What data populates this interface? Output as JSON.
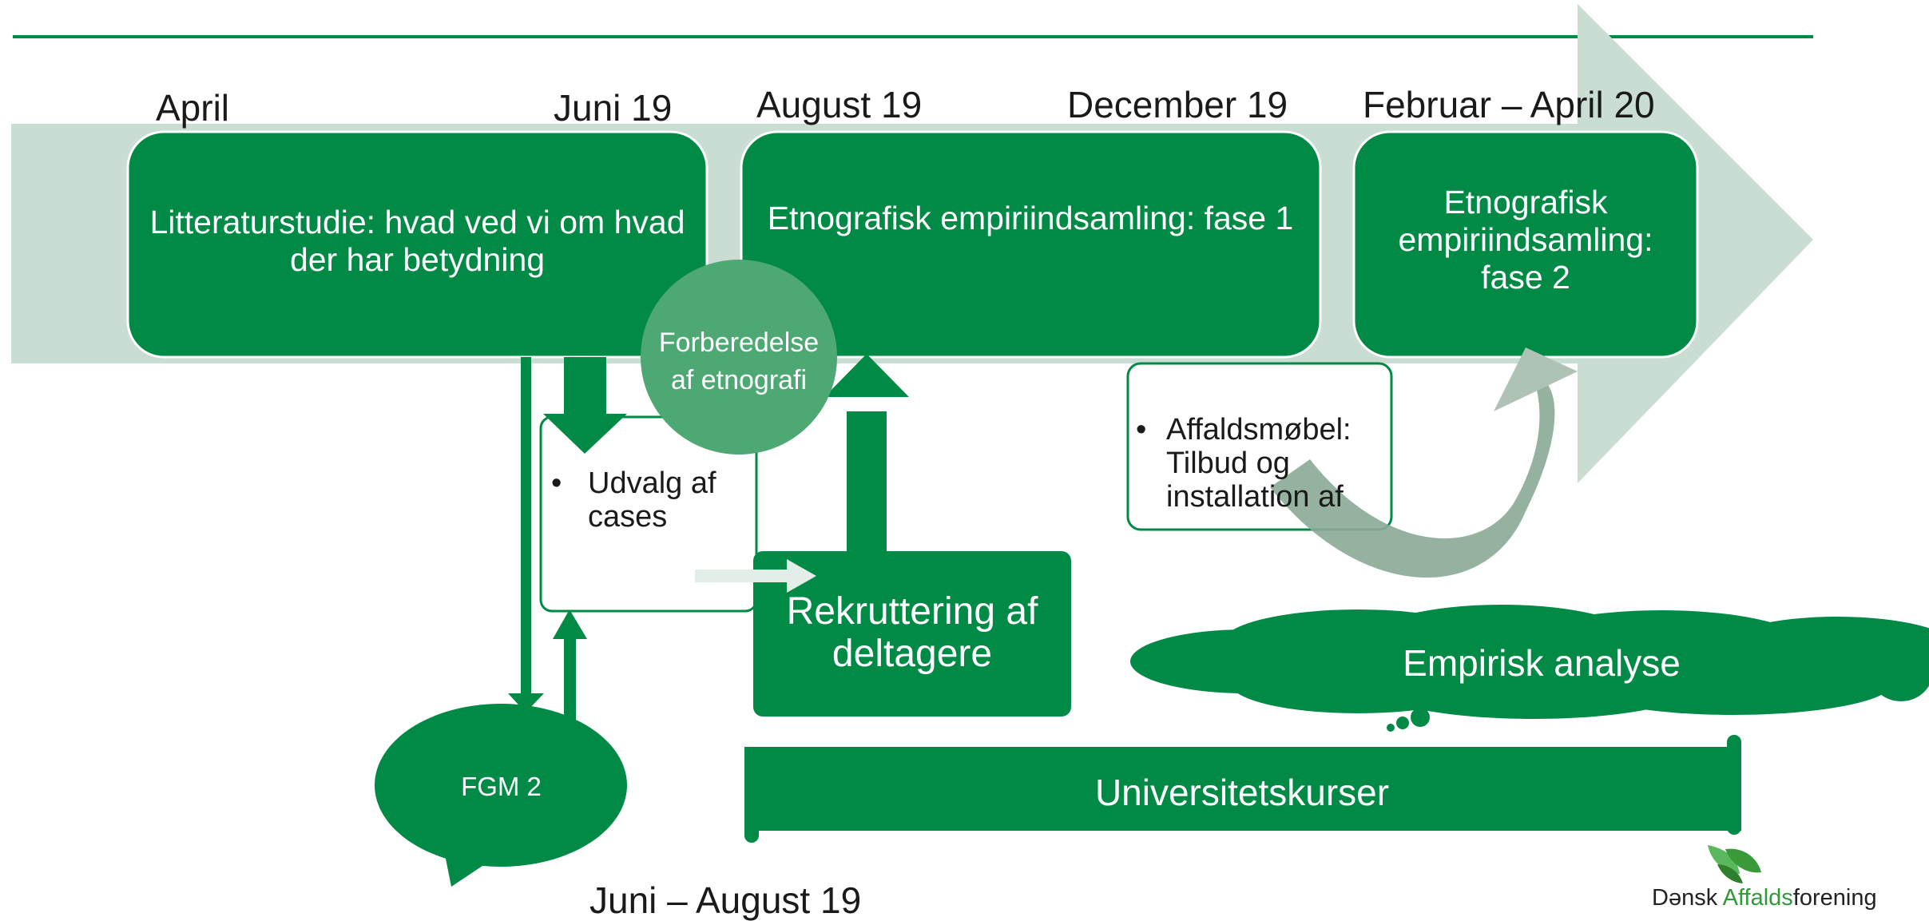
{
  "timeline": {
    "dates": {
      "april": "April",
      "juni_19": "Juni 19",
      "august_19": "August 19",
      "december_19": "December 19",
      "februar_april_20": "Februar – April 20",
      "juni_august_19": "Juni – August 19"
    }
  },
  "boxes": {
    "litteraturstudie": "Litteraturstudie: hvad ved vi om hvad der har betydning",
    "fase1": "Etnografisk empiriindsamling: fase 1",
    "fase2": "Etnografisk empiriindsamling: fase 2",
    "forberedelse": "Forberedelse af etnografi",
    "udvalg": "Udvalg af cases",
    "rekruttering": "Rekruttering af deltagere",
    "affaldsmobel": "Affaldsmøbel: Tilbud og installation af",
    "fgm": "FGM 2",
    "empirisk": "Empirisk analyse",
    "universitet": "Universitetskurser"
  },
  "bullet": "•",
  "logo": {
    "part1": "Dənsk ",
    "part2": "Affalds",
    "part3": "forening"
  },
  "colors": {
    "primary_green": "#008a45",
    "light_green": "#4ea874",
    "arrow_band": "#c9ddd2",
    "curved_arrow": "#8aa896"
  }
}
